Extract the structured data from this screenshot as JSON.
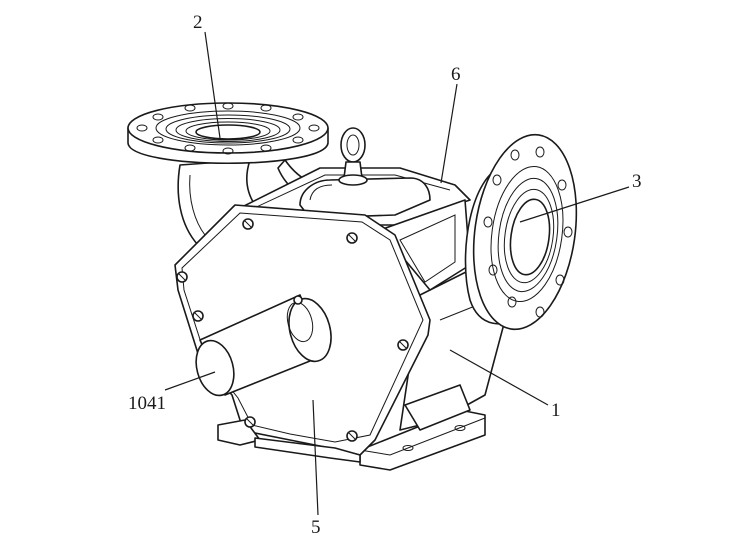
{
  "labels": [
    {
      "id": "2",
      "text": "2"
    },
    {
      "id": "6",
      "text": "6"
    },
    {
      "id": "3",
      "text": "3"
    },
    {
      "id": "1041",
      "text": "1041"
    },
    {
      "id": "1",
      "text": "1"
    },
    {
      "id": "5",
      "text": "5"
    }
  ],
  "colors": {
    "ink": "#1a1a1a",
    "paper": "#ffffff"
  }
}
